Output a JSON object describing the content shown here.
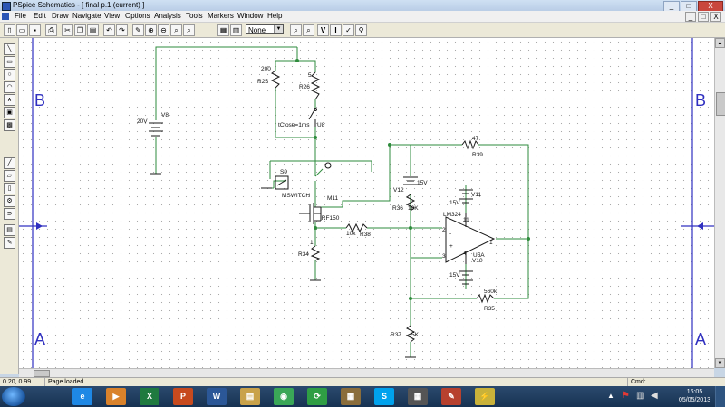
{
  "window": {
    "title": "PSpice Schematics - [ final  p.1 (current) ]",
    "controls": [
      "_",
      "□",
      "X"
    ]
  },
  "menu": [
    "File",
    "Edit",
    "Draw",
    "Navigate",
    "View",
    "Options",
    "Analysis",
    "Tools",
    "Markers",
    "Window",
    "Help"
  ],
  "mdi_controls": [
    "_",
    "□",
    "X"
  ],
  "toolbar": {
    "zoom_value": "None",
    "glyphs": [
      "V",
      "I"
    ]
  },
  "schematic": {
    "border_letters": {
      "top": "B",
      "bottom": "A"
    },
    "parts": {
      "v8": {
        "ref": "V8",
        "value": "20V"
      },
      "r25": {
        "ref": "R25",
        "value": "200"
      },
      "r26": {
        "ref": "R26",
        "value": "5"
      },
      "u8": {
        "ref": "U8",
        "value": "tClose=1ms"
      },
      "s9": {
        "ref": "S9",
        "value": "MSWITCH"
      },
      "m11": {
        "ref": "M11",
        "value": "IRF150"
      },
      "r34": {
        "ref": "R34",
        "value": "1"
      },
      "r38": {
        "ref": "R38",
        "value": "10k"
      },
      "r39": {
        "ref": "R39",
        "value": "47"
      },
      "r36": {
        "ref": "R36",
        "value": "10K"
      },
      "v12": {
        "ref": "V12",
        "value": "15V"
      },
      "v11": {
        "ref": "V11",
        "value": "15V"
      },
      "v10": {
        "ref": "V10",
        "value": "15V"
      },
      "u5a": {
        "ref": "U5A",
        "value": "LM324"
      },
      "r35": {
        "ref": "R35",
        "value": "560k"
      },
      "r37": {
        "ref": "R37",
        "value": "5K"
      }
    },
    "pins": {
      "p11": "11",
      "p2": "2",
      "p3": "3",
      "p4": "4",
      "p1": "1",
      "minus": "-",
      "plus": "+"
    }
  },
  "status": {
    "coords": "0.20,   0.99",
    "message": "Page loaded.",
    "cmd": "Cmd:"
  },
  "taskbar": {
    "apps": [
      {
        "name": "Internet Explorer",
        "glyph": "e",
        "color": "#1e88e5"
      },
      {
        "name": "Media Player",
        "glyph": "▶",
        "color": "#d9822b"
      },
      {
        "name": "Excel",
        "glyph": "X",
        "color": "#1f7a3f"
      },
      {
        "name": "PowerPoint",
        "glyph": "P",
        "color": "#c74a1e"
      },
      {
        "name": "Word",
        "glyph": "W",
        "color": "#2b5797"
      },
      {
        "name": "Folder",
        "glyph": "▤",
        "color": "#c9a24a"
      },
      {
        "name": "Chrome",
        "glyph": "◉",
        "color": "#3aa757"
      },
      {
        "name": "Sync",
        "glyph": "⟳",
        "color": "#2f9e44"
      },
      {
        "name": "Archive",
        "glyph": "▦",
        "color": "#8a6d3b"
      },
      {
        "name": "Skype",
        "glyph": "S",
        "color": "#00a2ed"
      },
      {
        "name": "Calculator",
        "glyph": "▦",
        "color": "#555555"
      },
      {
        "name": "Paint",
        "glyph": "✎",
        "color": "#b7412e"
      },
      {
        "name": "PSpice",
        "glyph": "⚡",
        "color": "#c9b23a"
      }
    ],
    "time": "16:05",
    "date": "05/05/2013"
  }
}
